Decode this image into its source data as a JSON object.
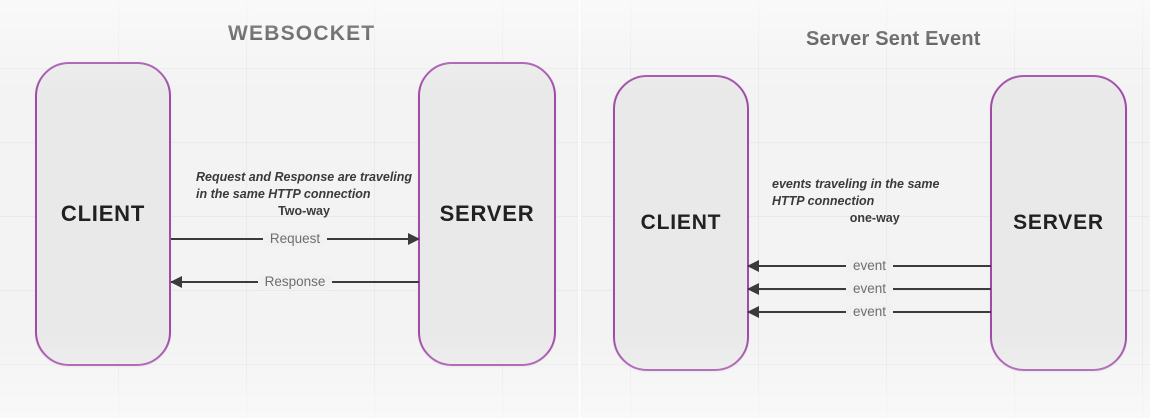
{
  "panels": [
    {
      "id": "websocket",
      "title": "WEBSOCKET",
      "client_label": "CLIENT",
      "server_label": "SERVER",
      "annotation": {
        "line1": "Request and Response are traveling",
        "line2": "in the same HTTP connection",
        "line3": "Two-way"
      },
      "arrows": [
        {
          "label": "Request",
          "direction": "right"
        },
        {
          "label": "Response",
          "direction": "left"
        }
      ]
    },
    {
      "id": "server-sent-event",
      "title": "Server Sent Event",
      "client_label": "CLIENT",
      "server_label": "SERVER",
      "annotation": {
        "line1": "events traveling in the same",
        "line2": "HTTP connection",
        "line3": "one-way"
      },
      "arrows": [
        {
          "label": "event",
          "direction": "left"
        },
        {
          "label": "event",
          "direction": "left"
        },
        {
          "label": "event",
          "direction": "left"
        }
      ]
    }
  ],
  "colors": {
    "node_border": "#a04ba8",
    "node_fill": "#e9e9e9",
    "arrow": "#3b3b3b",
    "arrow_label": "#6e6e6e",
    "title": "#2b2b2b",
    "background": "#f3f3f3"
  }
}
